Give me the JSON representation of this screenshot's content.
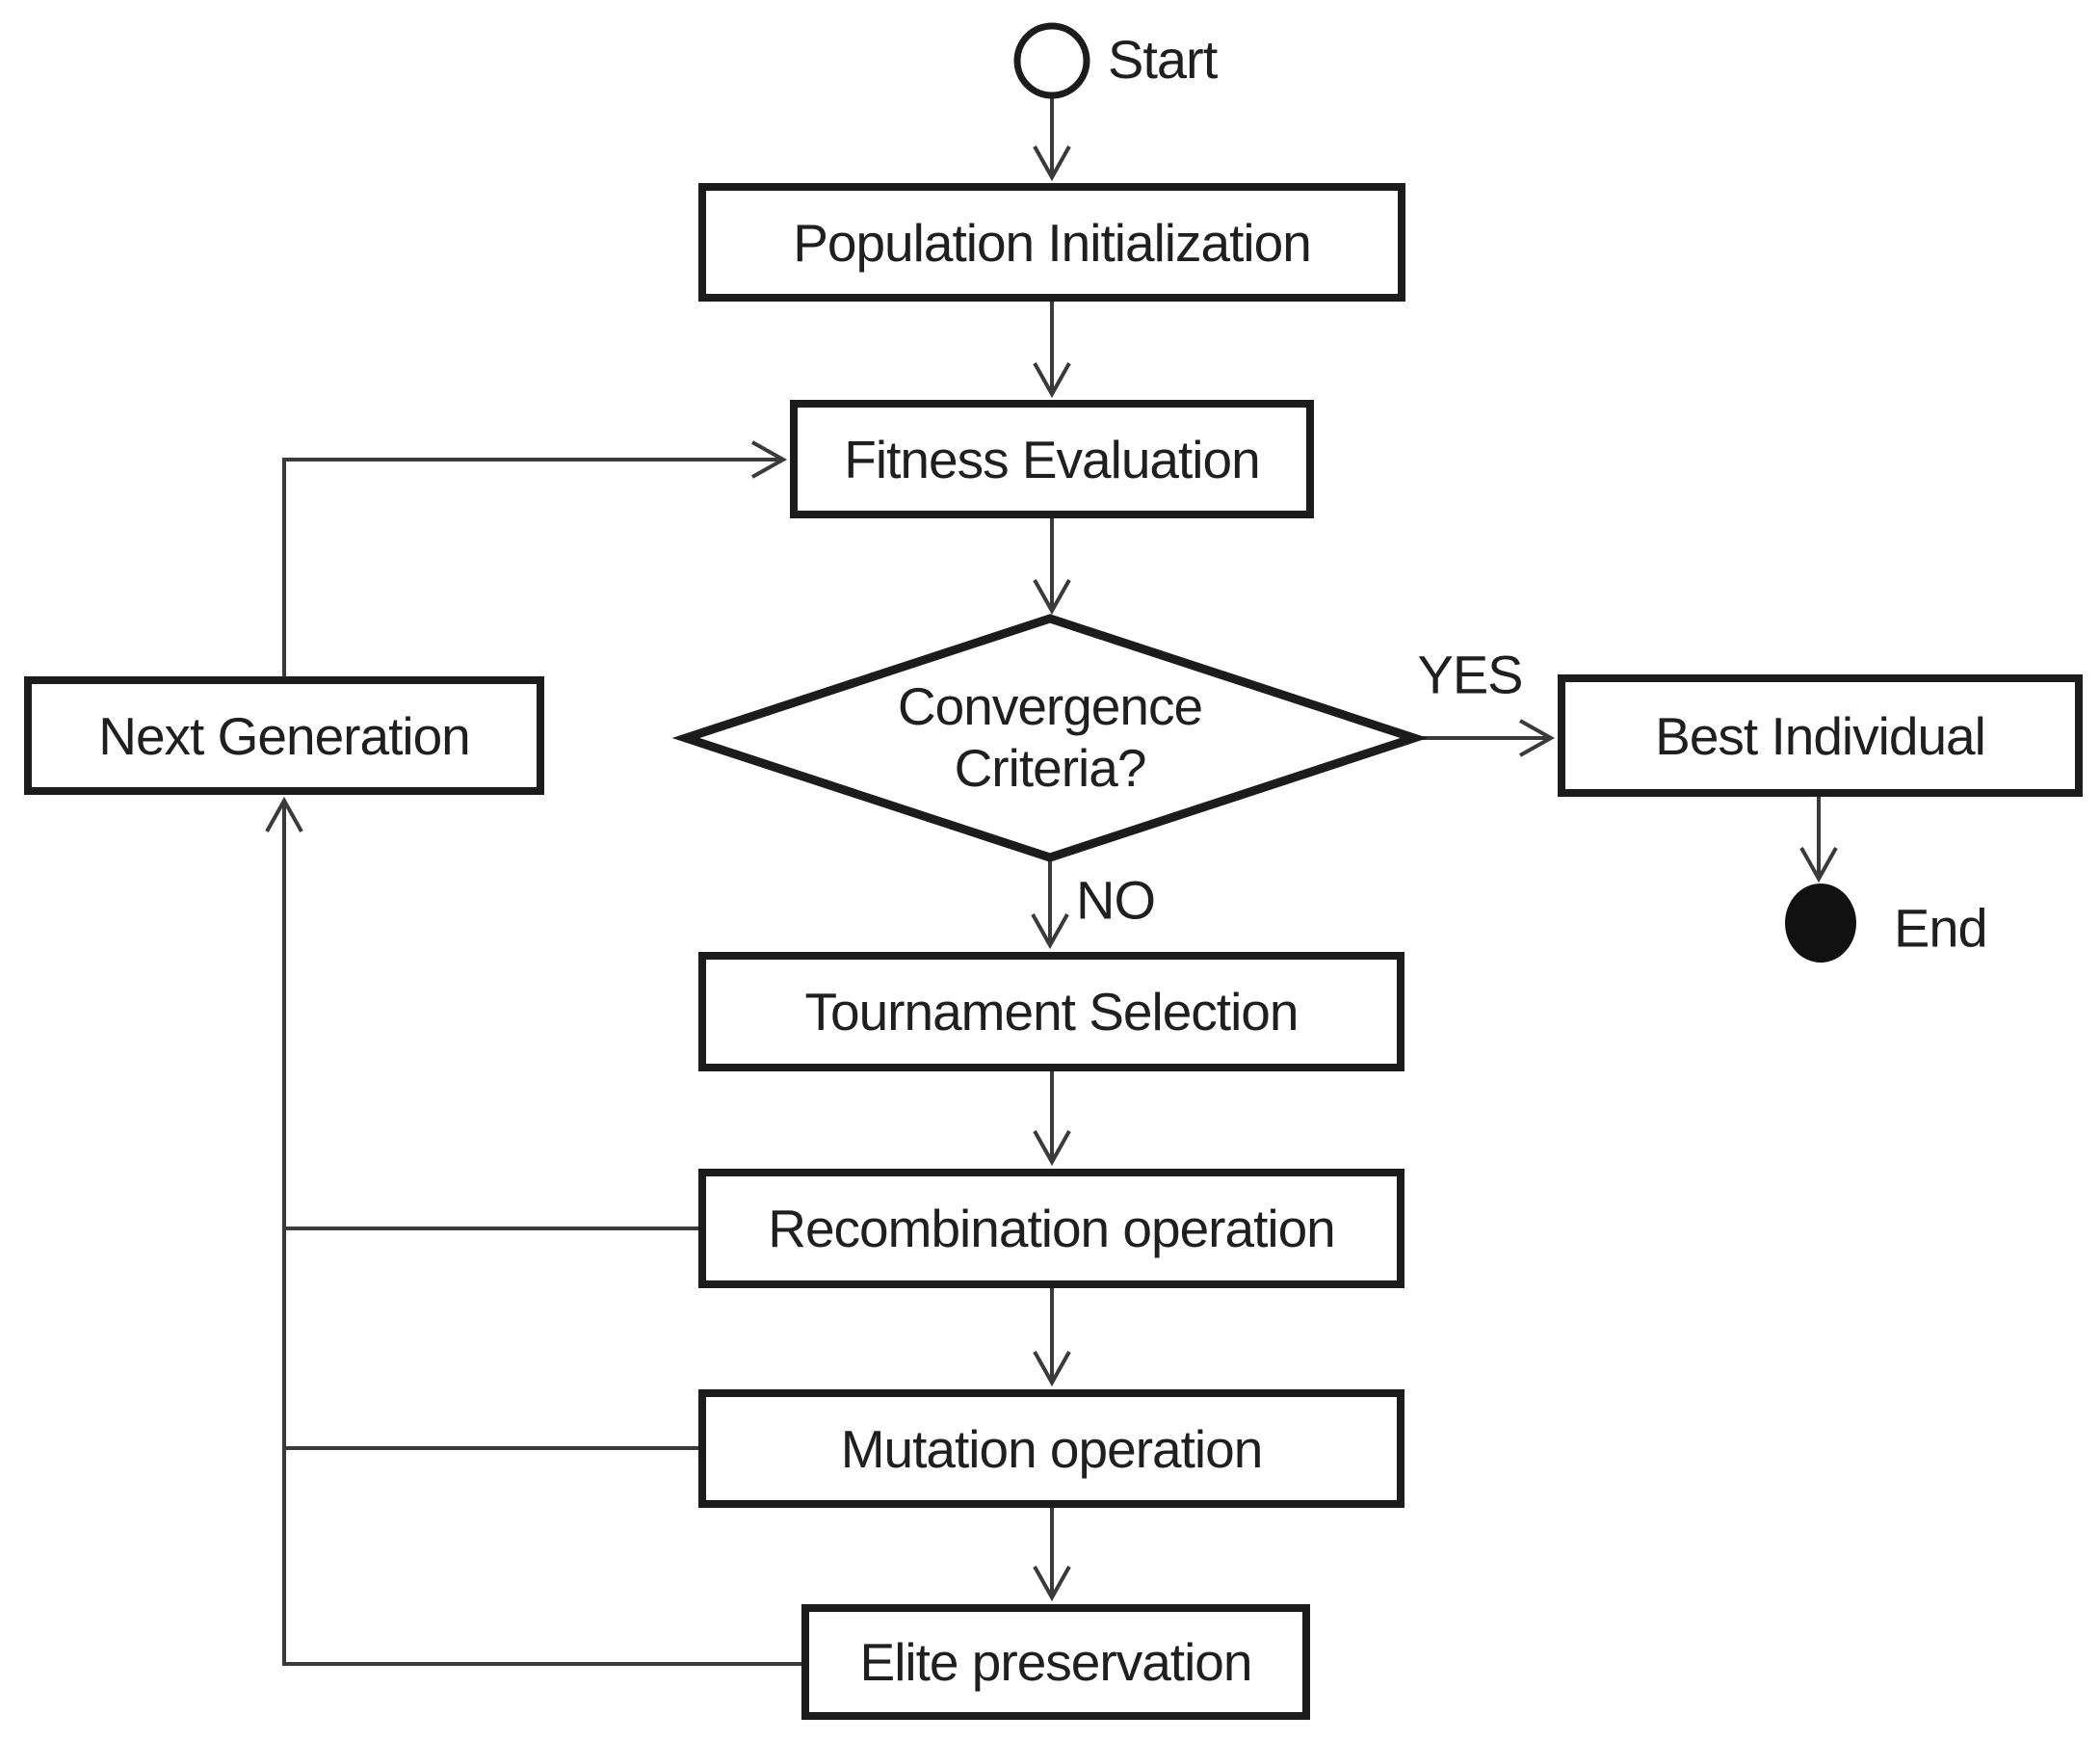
{
  "diagram": {
    "background_color": "#ffffff",
    "shape_border_color": "#1c1c1c",
    "connector_color": "#3a3a3a",
    "nodes": {
      "start": {
        "label": "Start",
        "shape": "open-circle-terminal"
      },
      "population": {
        "label": "Population Initialization",
        "shape": "rectangle"
      },
      "fitness": {
        "label": "Fitness Evaluation",
        "shape": "rectangle"
      },
      "decision": {
        "label": "Convergence Criteria?",
        "shape": "diamond"
      },
      "next_generation": {
        "label": "Next Generation",
        "shape": "rectangle"
      },
      "best_individual": {
        "label": "Best Individual",
        "shape": "rectangle"
      },
      "end": {
        "label": "End",
        "shape": "filled-circle-terminal"
      },
      "tournament": {
        "label": "Tournament Selection",
        "shape": "rectangle"
      },
      "recombination": {
        "label": "Recombination operation",
        "shape": "rectangle"
      },
      "mutation": {
        "label": "Mutation operation",
        "shape": "rectangle"
      },
      "elite": {
        "label": "Elite preservation",
        "shape": "rectangle"
      }
    },
    "edge_labels": {
      "yes": "YES",
      "no": "NO"
    },
    "edges": [
      {
        "from": "Start",
        "to": "Population Initialization",
        "label": ""
      },
      {
        "from": "Population Initialization",
        "to": "Fitness Evaluation",
        "label": ""
      },
      {
        "from": "Fitness Evaluation",
        "to": "Convergence Criteria?",
        "label": ""
      },
      {
        "from": "Convergence Criteria?",
        "to": "Best Individual",
        "label": "YES"
      },
      {
        "from": "Convergence Criteria?",
        "to": "Tournament Selection",
        "label": "NO"
      },
      {
        "from": "Best Individual",
        "to": "End",
        "label": ""
      },
      {
        "from": "Tournament Selection",
        "to": "Recombination operation",
        "label": ""
      },
      {
        "from": "Recombination operation",
        "to": "Mutation operation",
        "label": ""
      },
      {
        "from": "Mutation operation",
        "to": "Elite preservation",
        "label": ""
      },
      {
        "from": "Recombination operation",
        "to": "Next Generation",
        "label": ""
      },
      {
        "from": "Mutation operation",
        "to": "Next Generation",
        "label": ""
      },
      {
        "from": "Elite preservation",
        "to": "Next Generation",
        "label": ""
      },
      {
        "from": "Next Generation",
        "to": "Fitness Evaluation",
        "label": ""
      }
    ]
  }
}
